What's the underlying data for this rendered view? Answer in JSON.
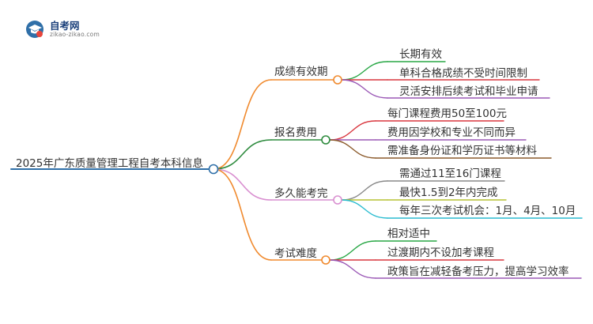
{
  "logo": {
    "name": "自考网",
    "url": "zikao-zikao.com",
    "icon": "graduation-cap-icon"
  },
  "root": {
    "label": "2025年广东质量管理工程自考本科信息"
  },
  "branches": [
    {
      "label": "成绩有效期",
      "color": "#f08a2e",
      "children": [
        {
          "label": "长期有效",
          "color": "#28a745"
        },
        {
          "label": "单科合格成绩不受时间限制",
          "color": "#d9363e"
        },
        {
          "label": "灵活安排后续考试和毕业申请",
          "color": "#9b59b6"
        }
      ]
    },
    {
      "label": "报名费用",
      "color": "#2e8b3e",
      "children": [
        {
          "label": "每门课程费用50至100元",
          "color": "#d9363e"
        },
        {
          "label": "费用因学校和专业不同而异",
          "color": "#9b59b6"
        },
        {
          "label": "需准备身份证和学历证书等材料",
          "color": "#8b5a2b"
        }
      ]
    },
    {
      "label": "多久能考完",
      "color": "#d98fd0",
      "children": [
        {
          "label": "需通过11至16门课程",
          "color": "#888888"
        },
        {
          "label": "最快1.5到2年内完成",
          "color": "#b5c234"
        },
        {
          "label": "每年三次考试机会：1月、4月、10月",
          "color": "#2bbcd0"
        }
      ]
    },
    {
      "label": "考试难度",
      "color": "#f08a2e",
      "children": [
        {
          "label": "相对适中",
          "color": "#28a745"
        },
        {
          "label": "过渡期内不设加考课程",
          "color": "#d9363e"
        },
        {
          "label": "政策旨在减轻备考压力，提高学习效率",
          "color": "#9b59b6"
        }
      ]
    }
  ],
  "colors": {
    "root_line": "#2f6fa8",
    "root_node": "#2f6fa8"
  }
}
